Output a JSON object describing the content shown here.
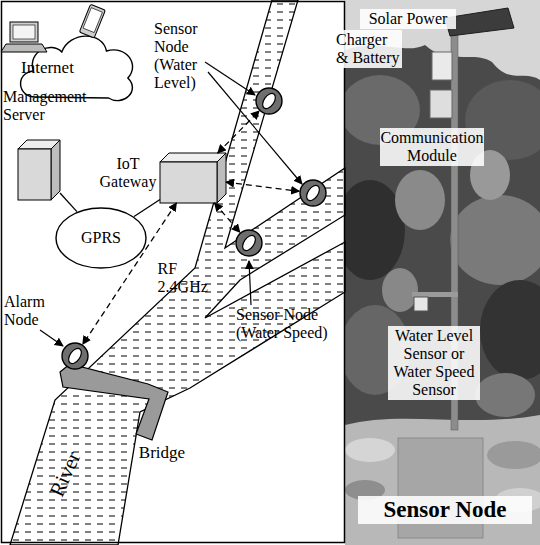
{
  "diagram": {
    "nodes": [
      {
        "text": [
          "Internet"
        ]
      },
      {
        "text": [
          "Management Server"
        ]
      },
      {
        "text": [
          "IoT Gateway"
        ]
      },
      {
        "text": [
          "GPRS"
        ]
      },
      {
        "text": [
          "Sensor Node (Water Level)"
        ]
      },
      {
        "text": []
      },
      {
        "text": [
          "Sensor Node (Water Speed)"
        ]
      },
      {
        "text": [
          "Alarm Node"
        ]
      }
    ],
    "edges": [
      {
        "from": 1,
        "to": 3,
        "arrow": "none"
      },
      {
        "from": 3,
        "to": 2,
        "arrow": "none"
      },
      {
        "from": 2,
        "to": 4,
        "arrow": "both"
      },
      {
        "from": 2,
        "to": 5,
        "arrow": "both"
      },
      {
        "from": 2,
        "to": 6,
        "arrow": "both"
      },
      {
        "from": 2,
        "to": 7,
        "label": "RF 2.4GHz",
        "arrow": "both"
      }
    ],
    "labels": [
      "River",
      "Bridge",
      "Solar Power",
      "Charger & Battery",
      "Communication Module",
      "Water Level Sensor or Water Speed Sensor",
      "Sensor Node"
    ]
  }
}
